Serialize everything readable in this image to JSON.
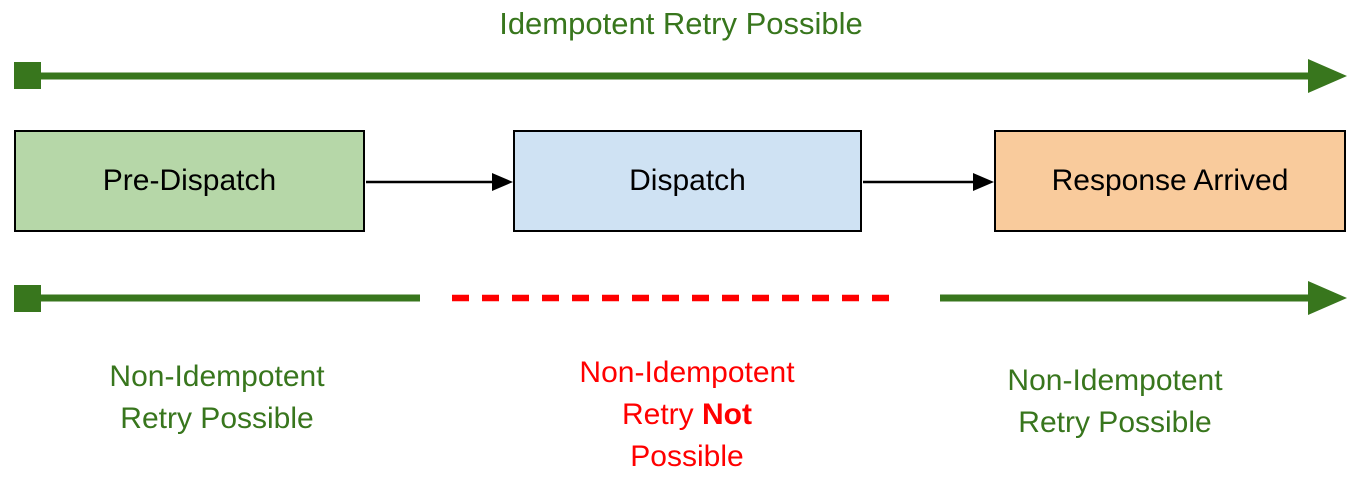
{
  "colors": {
    "green": "#38761d",
    "red": "#ff0000",
    "box_green_fill": "#b6d7a8",
    "box_blue_fill": "#cfe2f3",
    "box_orange_fill": "#f9cb9c",
    "box_border": "#000000"
  },
  "title": "Idempotent Retry Possible",
  "timelines": {
    "top": {
      "style": "solid-green-arrow",
      "meaning": "Idempotent Retry Possible"
    },
    "bottom": {
      "left_segment_style": "solid-green",
      "middle_segment_style": "dashed-red",
      "right_segment_style": "solid-green-arrow"
    }
  },
  "boxes": [
    {
      "label": "Pre-Dispatch"
    },
    {
      "label": "Dispatch"
    },
    {
      "label": "Response Arrived"
    }
  ],
  "labels": {
    "left": {
      "line1": "Non-Idempotent",
      "line2": "Retry Possible"
    },
    "middle": {
      "line1": "Non-Idempotent",
      "line2_normal": "Retry ",
      "line2_bold": "Not",
      "line3": "Possible"
    },
    "right": {
      "line1": "Non-Idempotent",
      "line2": "Retry Possible"
    }
  }
}
